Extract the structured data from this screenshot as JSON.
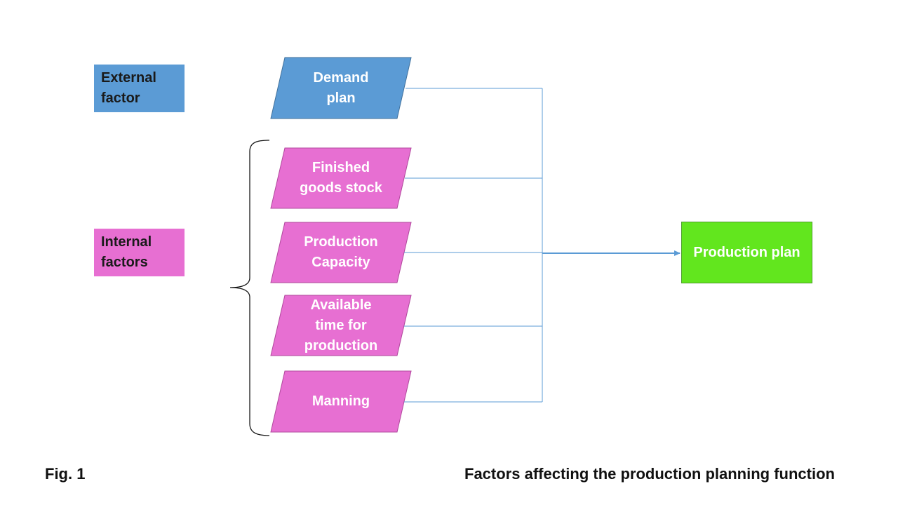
{
  "legend": {
    "external": "External\nfactor",
    "internal": "Internal\nfactors"
  },
  "nodes": [
    {
      "label": "Demand\nplan",
      "group": "external"
    },
    {
      "label": "Finished\ngoods stock",
      "group": "internal"
    },
    {
      "label": "Production\nCapacity",
      "group": "internal"
    },
    {
      "label": "Available\ntime for\nproduction",
      "group": "internal"
    },
    {
      "label": "Manning",
      "group": "internal"
    }
  ],
  "result": {
    "label": "Production plan"
  },
  "caption": {
    "fig": "Fig. 1",
    "title": "Factors affecting the production planning function"
  },
  "colors": {
    "external": "#5b9bd5",
    "internal": "#e76fd2",
    "result": "#62e61e",
    "connector": "#5b9bd5"
  }
}
